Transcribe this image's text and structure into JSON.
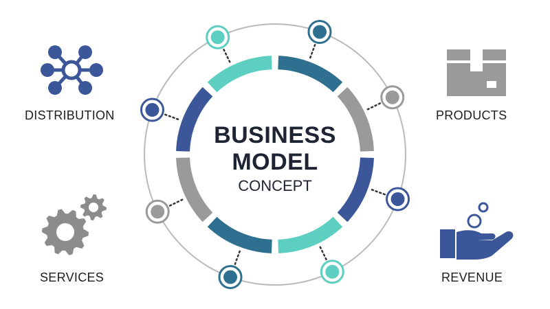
{
  "diagram": {
    "center": {
      "line1": "BUSINESS",
      "line2": "MODEL",
      "line3": "CONCEPT"
    },
    "labels": {
      "distribution": "DISTRIBUTION",
      "products": "PRODUCTS",
      "services": "SERVICES",
      "revenue": "REVENUE"
    },
    "icons": {
      "distribution": "network-hub-icon",
      "products": "box-icon",
      "services": "gears-icon",
      "revenue": "hand-with-coins-icon"
    }
  },
  "colors": {
    "teal": "#5ccfc0",
    "steel_blue": "#2f6f8f",
    "navy": "#3b5799",
    "gray": "#9a9a9a",
    "dark_text": "#1e2433",
    "ring_gray": "#b9b9b9"
  }
}
